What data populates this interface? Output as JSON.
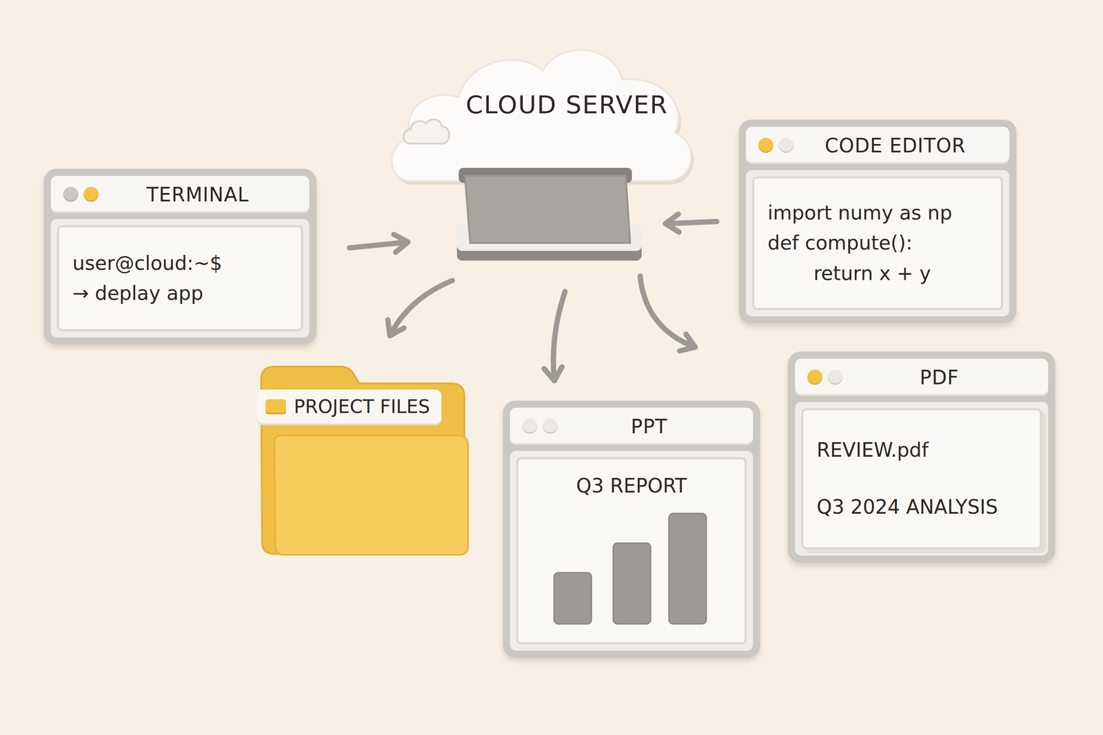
{
  "diagram": {
    "nodes": [
      {
        "text": [
          "CLOUD SERVER"
        ]
      },
      {
        "text": [
          "TERMINAL",
          "user@cloud:~$",
          "→ deplay app"
        ]
      },
      {
        "text": [
          "CODE EDITOR",
          "import numy as np",
          "def compute():",
          "return x + y"
        ]
      },
      {
        "text": [
          "PROJECT FILES"
        ]
      },
      {
        "text": [
          "PPT",
          "Q3 REPORT"
        ]
      },
      {
        "text": [
          "PDF",
          "REVIEW.pdf",
          "Q3 2024 ANALYSIS"
        ]
      }
    ],
    "edges": [
      {
        "from": 1,
        "to": 0,
        "arrow": "to"
      },
      {
        "from": 2,
        "to": 0,
        "arrow": "to"
      },
      {
        "from": 0,
        "to": 3,
        "arrow": "to"
      },
      {
        "from": 0,
        "to": 4,
        "arrow": "to"
      },
      {
        "from": 0,
        "to": 5,
        "arrow": "to"
      }
    ]
  }
}
